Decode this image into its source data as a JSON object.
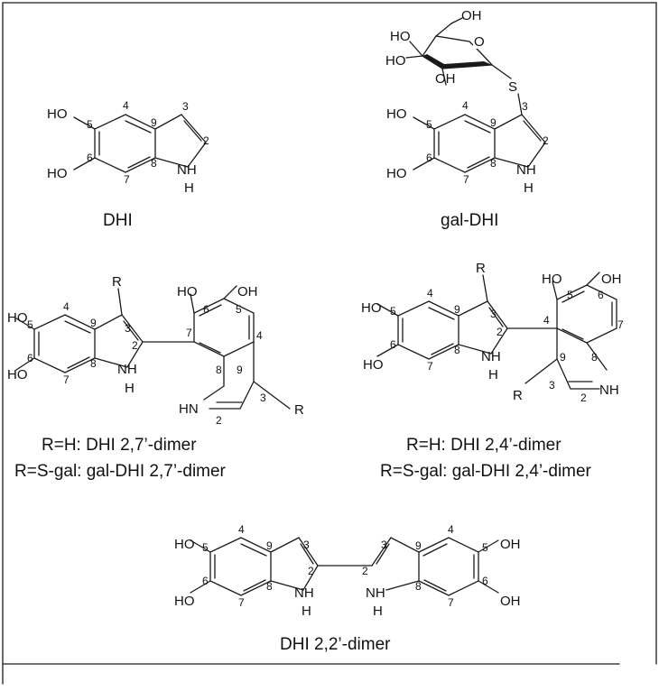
{
  "captions": {
    "dhi": "DHI",
    "gal_dhi": "gal-DHI",
    "dimer27_line1": "R=H: DHI 2,7’-dimer",
    "dimer27_line2": "R=S-gal: gal-DHI 2,7’-dimer",
    "dimer24_line1": "R=H: DHI 2,4’-dimer",
    "dimer24_line2": "R=S-gal: gal-DHI 2,4’-dimer",
    "dimer22": "DHI 2,2’-dimer"
  },
  "atoms": {
    "ho": "HO",
    "oh": "OH",
    "nh": "NH",
    "hn": "HN",
    "n": "N",
    "h": "H",
    "r": "R",
    "s": "S",
    "o": "O"
  },
  "positions": [
    "2",
    "3",
    "4",
    "5",
    "6",
    "7",
    "8",
    "9"
  ]
}
